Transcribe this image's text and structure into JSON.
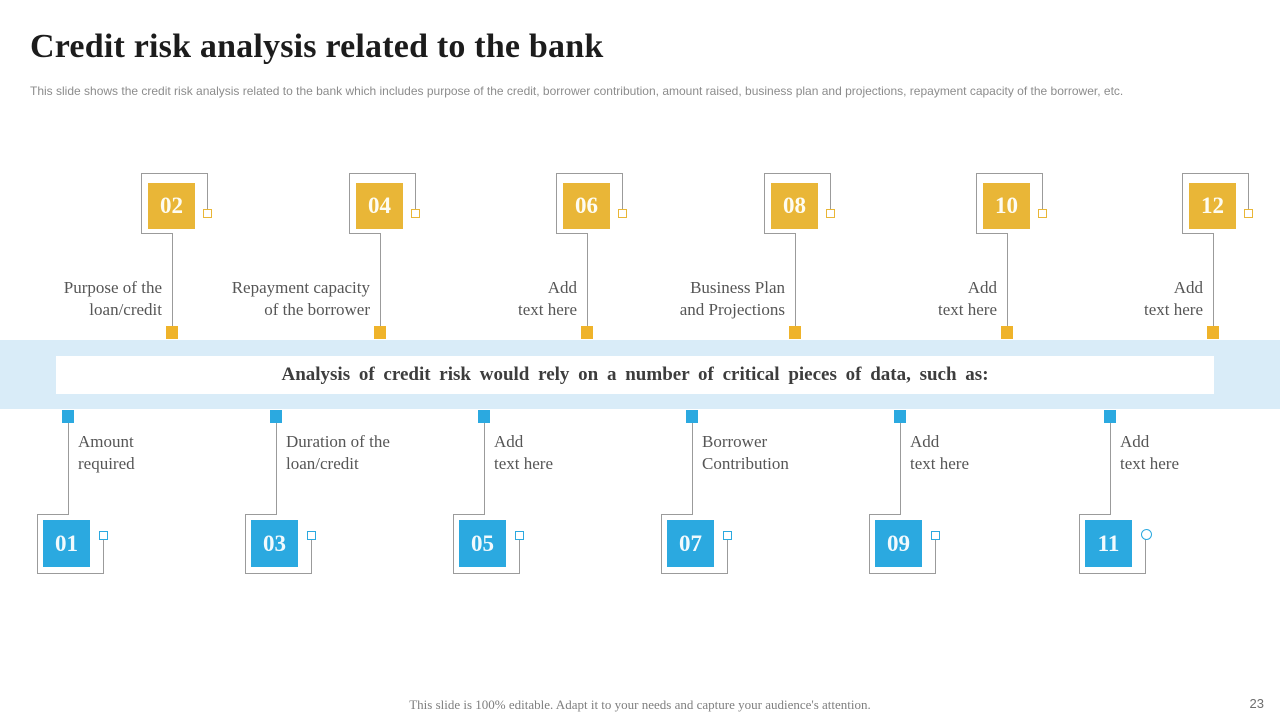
{
  "header": {
    "title": "Credit risk analysis related to the bank",
    "subtitle": "This slide shows the credit risk analysis related to the bank which includes purpose of the credit, borrower contribution, amount raised, business plan and projections, repayment capacity of the borrower, etc."
  },
  "banner": {
    "text": "Analysis of credit risk would rely on a number of critical pieces of data, such as:"
  },
  "items": {
    "top": [
      {
        "number": "02",
        "label": "Purpose of the\nloan/credit"
      },
      {
        "number": "04",
        "label": "Repayment capacity\nof the borrower"
      },
      {
        "number": "06",
        "label": "Add\ntext here"
      },
      {
        "number": "08",
        "label": "Business Plan\nand Projections"
      },
      {
        "number": "10",
        "label": "Add\ntext here"
      },
      {
        "number": "12",
        "label": "Add\ntext here"
      }
    ],
    "bottom": [
      {
        "number": "01",
        "label": "Amount\nrequired"
      },
      {
        "number": "03",
        "label": "Duration of the\nloan/credit"
      },
      {
        "number": "05",
        "label": "Add\ntext here"
      },
      {
        "number": "07",
        "label": "Borrower\nContribution"
      },
      {
        "number": "09",
        "label": "Add\ntext here"
      },
      {
        "number": "11",
        "label": "Add\ntext here"
      }
    ]
  },
  "footer": {
    "note": "This slide is 100% editable.  Adapt it to your needs and capture your audience's  attention.",
    "page_number": "23"
  },
  "colors": {
    "accent_yellow": "#E9B637",
    "accent_blue": "#2BA9E0",
    "band_blue": "#D9ECF8",
    "connector_gray": "#9B9B9B"
  }
}
